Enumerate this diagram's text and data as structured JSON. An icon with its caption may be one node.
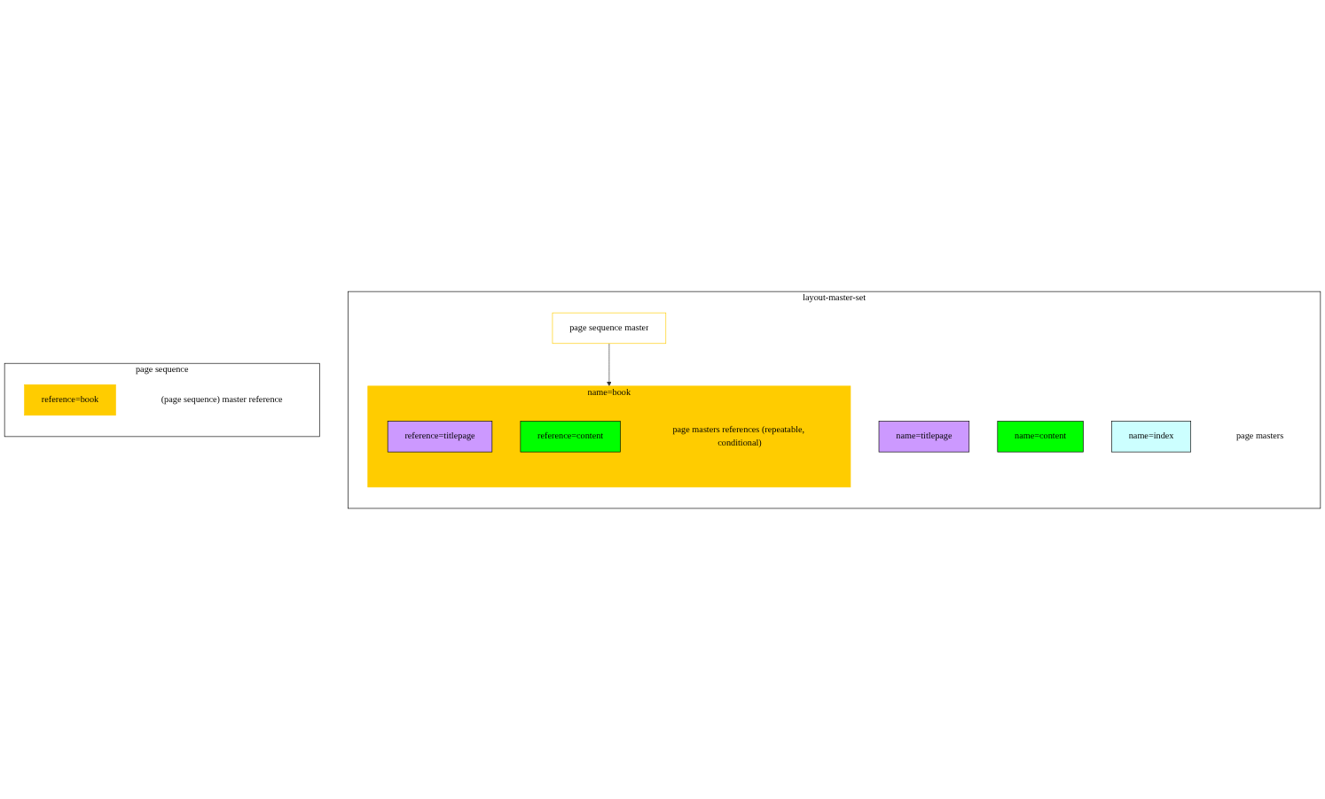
{
  "diagram": {
    "nodes": [
      {
        "text": [
          "layout-master-set",
          "page masters"
        ]
      },
      {
        "text": [
          "name=titlepage"
        ],
        "in": 0
      },
      {
        "text": [
          "name=content"
        ],
        "in": 0
      },
      {
        "text": [
          "name=index"
        ],
        "in": 0
      },
      {
        "text": [
          "name=book",
          "page masters references (repeatable, conditional)"
        ],
        "in": 0
      },
      {
        "text": [
          "reference=titlepage"
        ],
        "in": 4
      },
      {
        "text": [
          "reference=content"
        ],
        "in": 4
      },
      {
        "text": [
          "page sequence master"
        ],
        "in": 0
      },
      {
        "text": [
          "page sequence",
          "(page sequence) master reference"
        ]
      },
      {
        "text": [
          "reference=book"
        ],
        "in": 8
      }
    ],
    "edges": [
      {
        "from": 7,
        "to": 4,
        "arrow": "to"
      }
    ]
  }
}
